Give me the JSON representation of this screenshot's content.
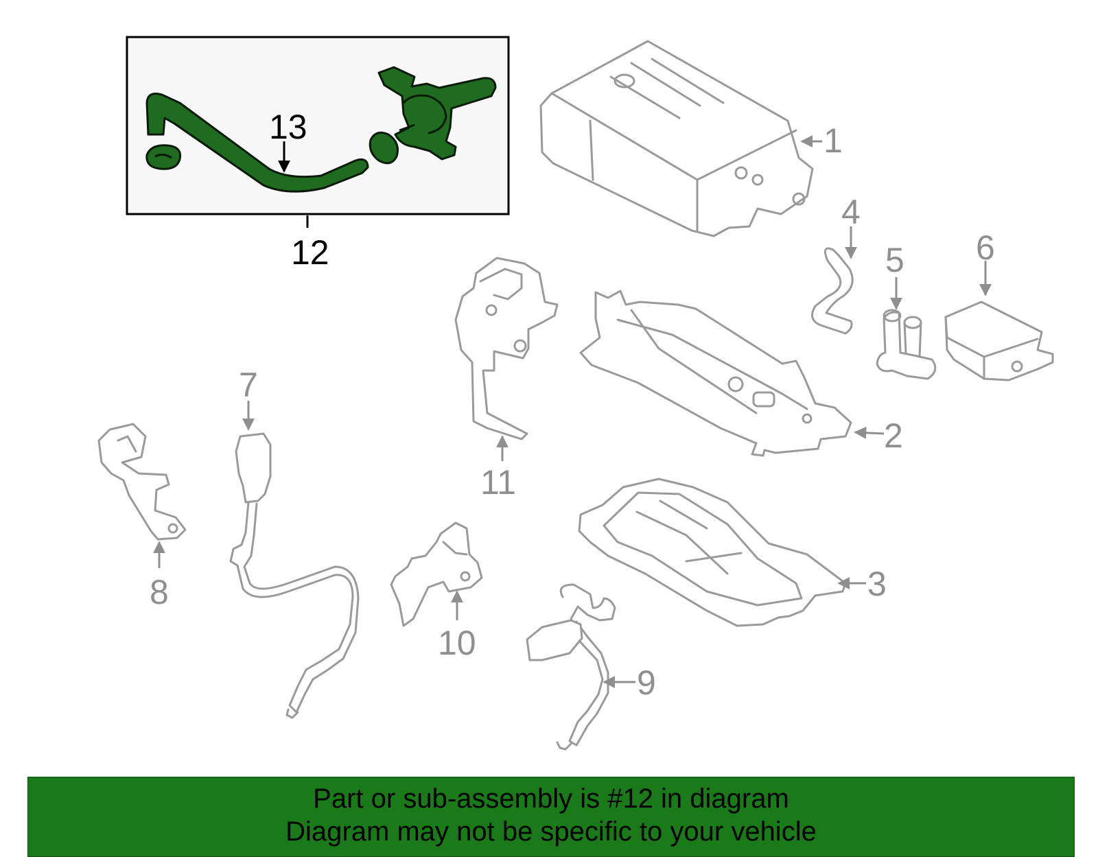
{
  "callouts": {
    "c1": "1",
    "c2": "2",
    "c3": "3",
    "c4": "4",
    "c5": "5",
    "c6": "6",
    "c7": "7",
    "c8": "8",
    "c9": "9",
    "c10": "10",
    "c11": "11",
    "c12": "12",
    "c13": "13"
  },
  "highlight": {
    "part_number": "12",
    "color": "#1f6b1f"
  },
  "banner": {
    "line1": "Part or sub-assembly is #12 in diagram",
    "line2": "Diagram may not be specific to your vehicle",
    "color": "#1a7a1a"
  }
}
